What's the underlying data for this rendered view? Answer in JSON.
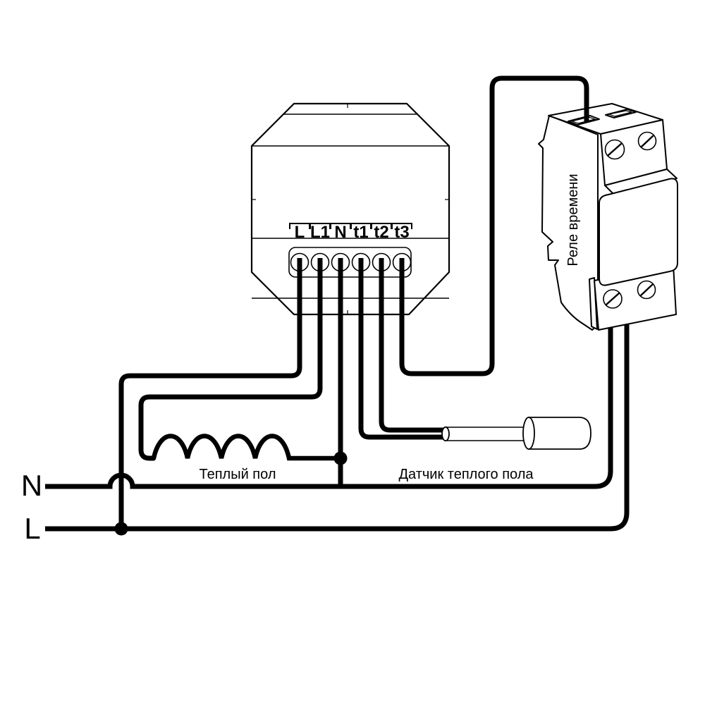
{
  "diagram": {
    "background_color": "#ffffff",
    "line_color": "#000000",
    "module": {
      "terminals": [
        "L",
        "L1",
        "N",
        "t1",
        "t2",
        "t3"
      ]
    },
    "time_relay": {
      "label": "Реле времени"
    },
    "warm_floor": {
      "label": "Теплый пол"
    },
    "floor_sensor": {
      "label": "Датчик теплого пола"
    },
    "mains": {
      "neutral_label": "N",
      "live_label": "L"
    }
  }
}
